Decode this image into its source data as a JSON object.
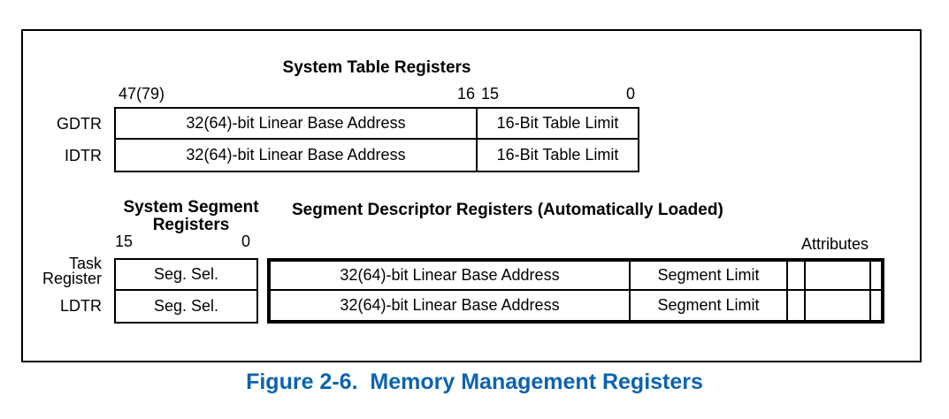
{
  "system_table": {
    "title": "System Table Registers",
    "bit_labels": {
      "high": "47(79)",
      "mid_left": "16",
      "mid_right": "15",
      "low": "0"
    },
    "rows": [
      {
        "name": "GDTR",
        "base": "32(64)-bit Linear Base Address",
        "limit": "16-Bit Table Limit"
      },
      {
        "name": "IDTR",
        "base": "32(64)-bit Linear Base Address",
        "limit": "16-Bit Table Limit"
      }
    ]
  },
  "system_segment": {
    "title_line1": "System Segment",
    "title_line2": "Registers",
    "bit_high": "15",
    "bit_low": "0",
    "rows": [
      {
        "name_line1": "Task",
        "name_line2": "Register",
        "selector": "Seg. Sel."
      },
      {
        "name_line1": "LDTR",
        "selector": "Seg. Sel."
      }
    ]
  },
  "descriptor": {
    "title": "Segment Descriptor Registers (Automatically Loaded)",
    "attributes_label": "Attributes",
    "rows": [
      {
        "base": "32(64)-bit Linear Base Address",
        "limit": "Segment Limit"
      },
      {
        "base": "32(64)-bit Linear Base Address",
        "limit": "Segment Limit"
      }
    ]
  },
  "caption": {
    "text": "Figure 2-6.  Memory Management Registers",
    "color": "#0d63ae"
  }
}
